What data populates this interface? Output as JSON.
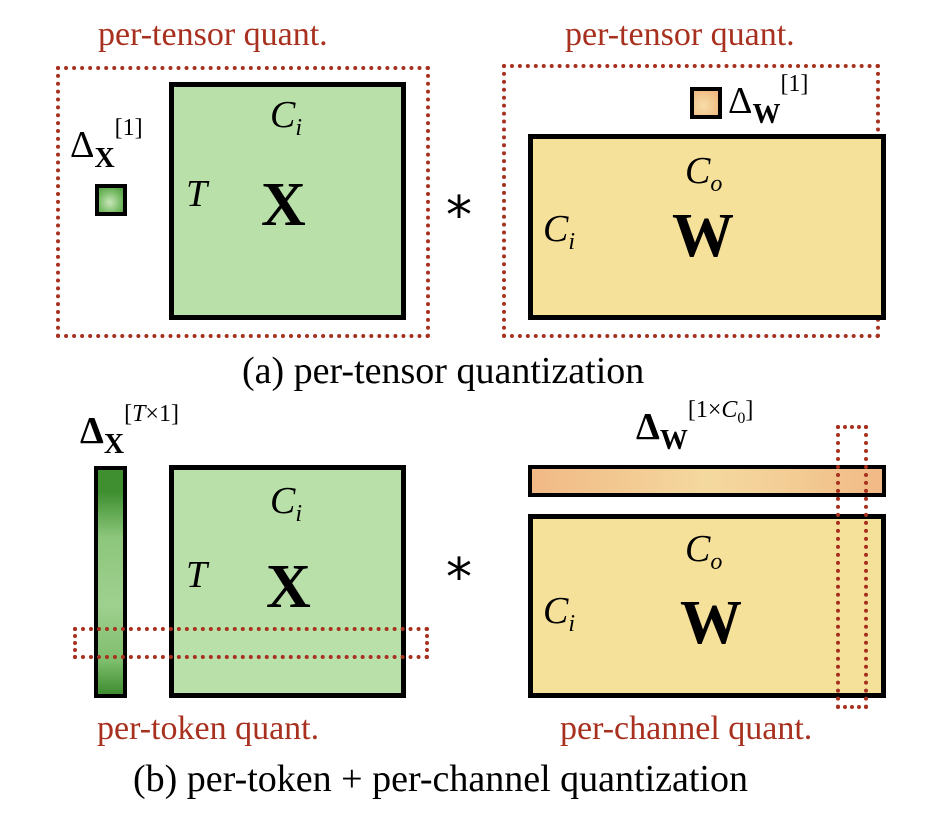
{
  "panel_a": {
    "x_group_label": "per-tensor quant.",
    "w_group_label": "per-tensor quant.",
    "x_scale": {
      "symbol": "Δ",
      "subscript": "X",
      "superscript": "[1]"
    },
    "w_scale": {
      "symbol": "Δ",
      "subscript": "W",
      "superscript": "[1]"
    },
    "x_matrix": {
      "name": "X",
      "row_dim": "T",
      "col_dim": "C",
      "col_dim_sub": "i"
    },
    "w_matrix": {
      "name": "W",
      "row_dim": "C",
      "row_dim_sub": "i",
      "col_dim": "C",
      "col_dim_sub": "o"
    },
    "operator": "*",
    "caption": "(a) per-tensor quantization"
  },
  "panel_b": {
    "x_group_label": "per-token quant.",
    "w_group_label": "per-channel quant.",
    "x_scale": {
      "symbol": "Δ",
      "subscript": "X",
      "sup_open": "[",
      "sup_T": "T",
      "sup_rest": "×1]"
    },
    "w_scale": {
      "symbol": "Δ",
      "subscript": "W",
      "sup_open": "[1×",
      "sup_C": "C",
      "sup_C_sub": "0",
      "sup_close": "]"
    },
    "x_matrix": {
      "name": "X",
      "row_dim": "T",
      "col_dim": "C",
      "col_dim_sub": "i"
    },
    "w_matrix": {
      "name": "W",
      "row_dim": "C",
      "row_dim_sub": "i",
      "col_dim": "C",
      "col_dim_sub": "o"
    },
    "operator": "*",
    "caption": "(b) per-token + per-channel quantization"
  },
  "colors": {
    "x_fill": "#b9e0a9",
    "x_scale_fill": "#4a9a3c",
    "w_fill": "#f6e19b",
    "w_scale_fill": "#f2bb85",
    "highlight": "#a8301f"
  }
}
